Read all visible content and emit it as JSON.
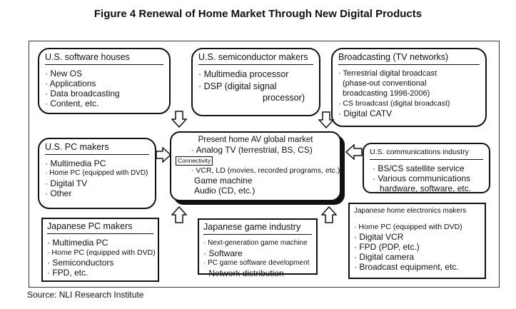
{
  "title": "Figure 4   Renewal of Home Market Through New Digital Products",
  "source": "Source: NLI Research Institute",
  "boxes": {
    "us_software": {
      "heading": "U.S. software houses",
      "items": [
        "· New OS",
        "· Applications",
        "· Data broadcasting",
        "· Content, etc."
      ]
    },
    "us_semiconductor": {
      "heading": "U.S. semiconductor makers",
      "items": [
        "· Multimedia processor",
        "· DSP (digital signal",
        "processor)"
      ]
    },
    "broadcasting": {
      "heading": "Broadcasting (TV networks)",
      "items": [
        "· Terrestrial digital broadcast",
        "(phase-out conventional",
        "broadcasting 1998-2006)",
        "· CS broadcast (digital broadcast)",
        "· Digital CATV"
      ]
    },
    "us_pc": {
      "heading": "U.S. PC makers",
      "items": [
        "· Multimedia PC",
        "· Home PC (equipped with DVD)",
        "· Digital TV",
        "· Other"
      ]
    },
    "center": {
      "heading": "Present home AV global market",
      "items": [
        "· Analog TV (terrestrial, BS, CS)",
        "Connectivity",
        "· VCR, LD (movies, recorded programs, etc.)",
        "Game machine",
        "Audio (CD, etc.)"
      ]
    },
    "us_comm": {
      "heading": "U.S. communications industry",
      "items": [
        "· BS/CS satellite service",
        "· Various communications",
        "hardware, software, etc."
      ]
    },
    "jp_pc": {
      "heading": "Japanese PC makers",
      "items": [
        "· Multimedia PC",
        "· Home PC (equipped with DVD)",
        "· Semiconductors",
        "· FPD, etc."
      ]
    },
    "jp_game": {
      "heading": "Japanese game industry",
      "items": [
        "· Next-generation game machine",
        "· Software",
        "· PC game software development",
        "· Network distribution"
      ]
    },
    "jp_electronics": {
      "heading": "Japanese home electronics makers",
      "items": [
        "· Home PC (equipped with DVD)",
        "· Digital VCR",
        "· FPD (PDP, etc.)",
        "· Digital camera",
        "· Broadcast equipment, etc."
      ]
    }
  }
}
